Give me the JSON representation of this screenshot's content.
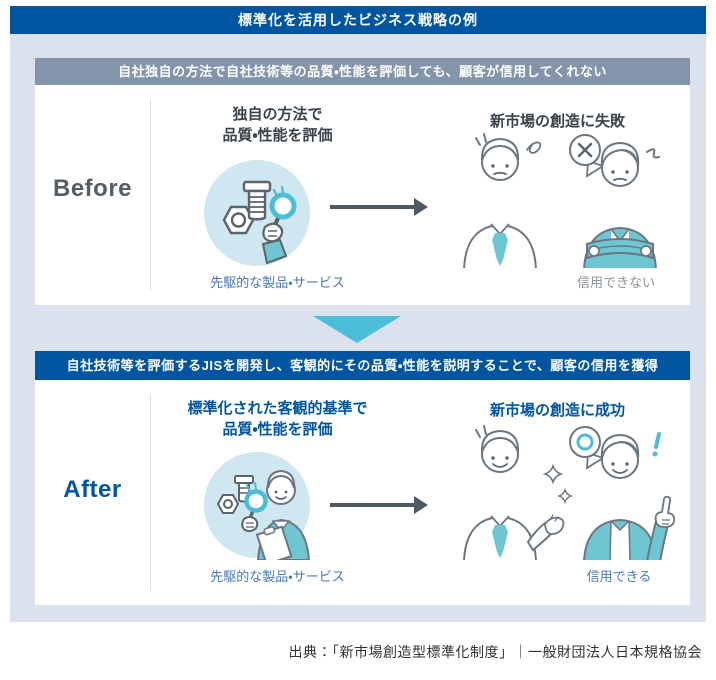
{
  "title_bar": {
    "text": "標準化を活用したビジネス戦略の例"
  },
  "before": {
    "label": "Before",
    "header": "自社独自の方法で自社技術等の品質・性能を評価しても、顧客が信用してくれない",
    "left_heading_line1": "独自の方法で",
    "left_heading_line2": "品質・性能を評価",
    "left_caption": "先駆的な製品・サービス",
    "right_heading": "新市場の創造に失敗",
    "right_caption": "信用できない"
  },
  "after": {
    "label": "After",
    "header": "自社技術等を評価するJISを開発し、客観的にその品質・性能を説明することで、顧客の信用を獲得",
    "left_heading_line1": "標準化された客観的基準で",
    "left_heading_line2": "品質・性能を評価",
    "left_caption": "先駆的な製品・サービス",
    "right_heading": "新市場の創造に成功",
    "right_caption": "信用できる"
  },
  "footer": {
    "source": "出典：「新市場創造型標準化制度」｜一般財団法人日本規格協会"
  },
  "colors": {
    "primary_blue": "#0055a0",
    "container_bg": "#dbe2ee",
    "before_header_bg": "#8394ab",
    "accent_teal": "#4cbdd9",
    "illustration_teal": "#6ec6d2",
    "illustration_circle_bg": "#cfe7f0",
    "caption_blue": "#4678b4",
    "caption_gray": "#8a9097",
    "line_gray": "#6b7680"
  },
  "icons": {
    "transition": "down-triangle-icon",
    "flow": "right-arrow-icon",
    "before_left": "magnifier-bolts-icon",
    "before_right": "worried-people-ng-icon",
    "after_left": "inspector-man-icon",
    "after_right": "happy-people-ok-icon"
  }
}
